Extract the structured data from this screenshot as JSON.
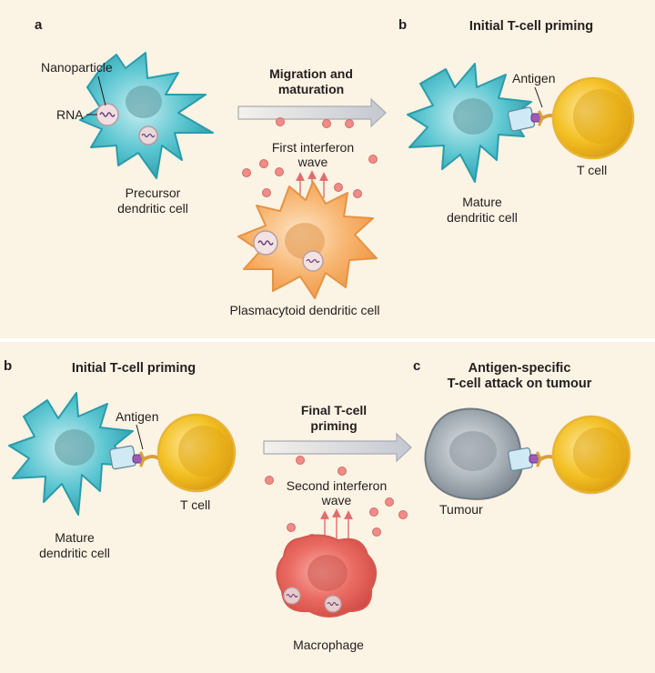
{
  "panel_top": {
    "letter_a": "a",
    "letter_b": "b",
    "title_b": "Initial T-cell priming",
    "nanoparticle_label": "Nanoparticle",
    "rna_label": "RNA",
    "precursor_label": [
      "Precursor",
      "dendritic cell"
    ],
    "arrow_label": [
      "Migration and",
      "maturation"
    ],
    "wave_label": [
      "First interferon",
      "wave"
    ],
    "plasmacytoid_label": "Plasmacytoid dendritic cell",
    "antigen_label": "Antigen",
    "tcell_label": "T cell",
    "mature_label": [
      "Mature",
      "dendritic cell"
    ]
  },
  "panel_bottom": {
    "letter_b": "b",
    "letter_c": "c",
    "title_b": "Initial T-cell priming",
    "title_c": [
      "Antigen-specific",
      "T-cell attack on tumour"
    ],
    "antigen_label": "Antigen",
    "tcell_label": "T cell",
    "mature_label": [
      "Mature",
      "dendritic cell"
    ],
    "arrow_label": [
      "Final T-cell",
      "priming"
    ],
    "wave_label": [
      "Second interferon",
      "wave"
    ],
    "macrophage_label": "Macrophage",
    "tumour_label": "Tumour"
  },
  "colors": {
    "background": "#fbf3e3",
    "dendritic_cell": "#3fb6c4",
    "plasmacytoid_cell": "#f6b36a",
    "t_cell": "#f2bc1f",
    "macrophage": "#e8625c",
    "tumour": "#9aa3ab",
    "interferon_dot": "#ee8a86",
    "arrow": "#c9ccd3"
  }
}
